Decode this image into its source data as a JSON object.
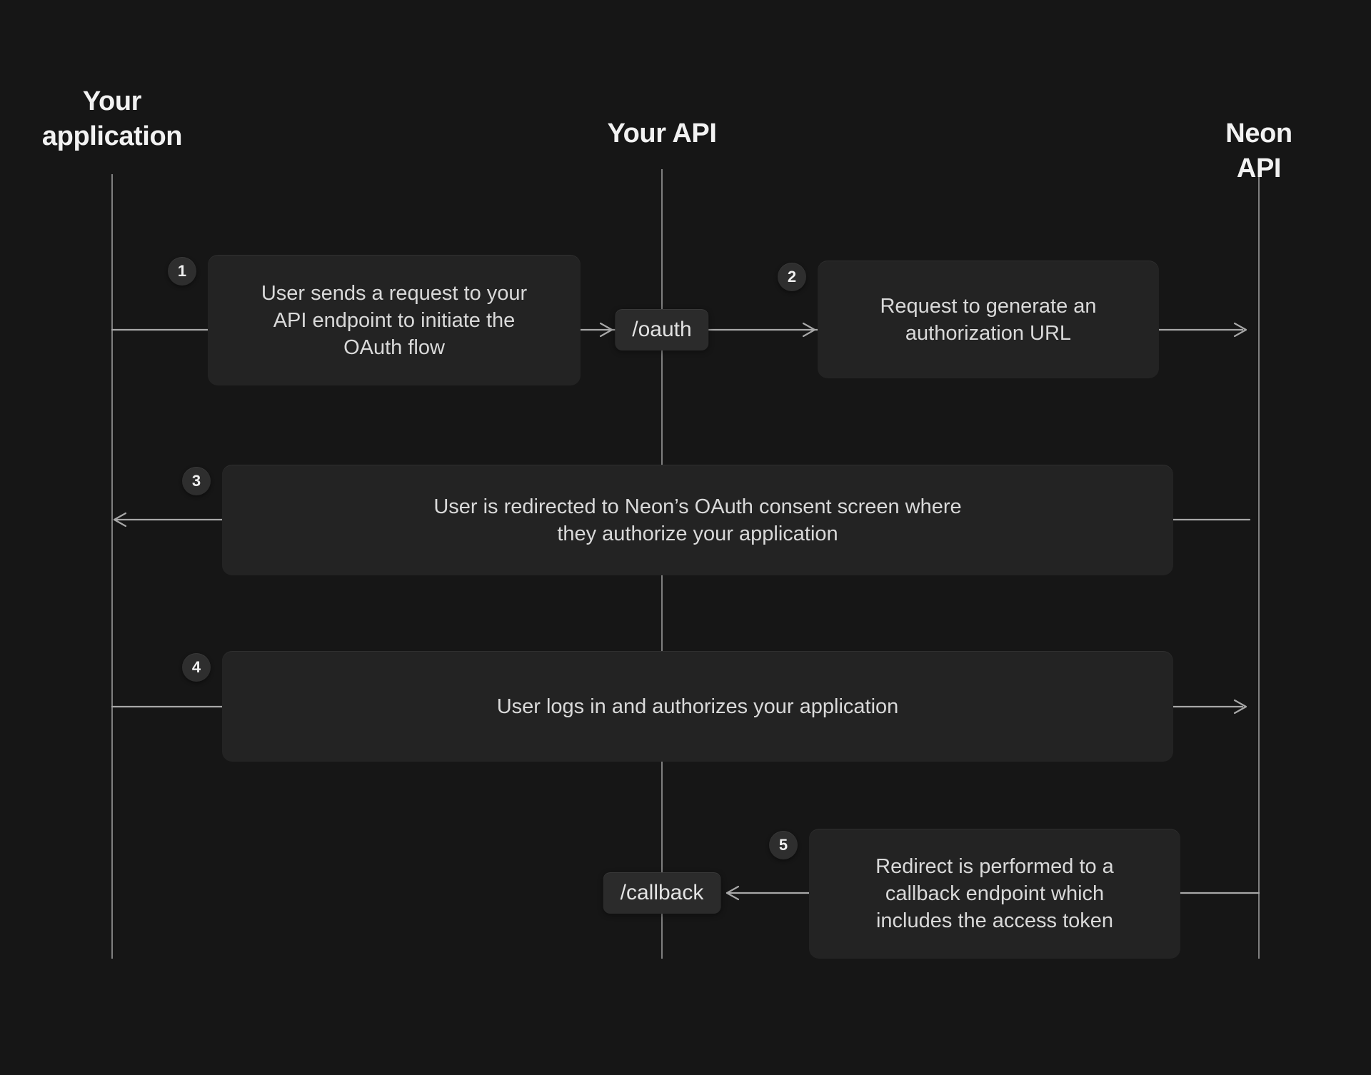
{
  "lanes": [
    {
      "label": "Your\napplication"
    },
    {
      "label": "Your API"
    },
    {
      "label": "Neon API"
    }
  ],
  "endpoints": {
    "oauth": "/oauth",
    "callback": "/callback"
  },
  "steps": [
    {
      "number": "1",
      "text": "User sends a request to your\nAPI endpoint to initiate the\nOAuth flow"
    },
    {
      "number": "2",
      "text": "Request to generate an\nauthorization URL"
    },
    {
      "number": "3",
      "text": "User is redirected to Neon’s OAuth consent screen where\nthey authorize your application"
    },
    {
      "number": "4",
      "text": "User logs in and authorizes your application"
    },
    {
      "number": "5",
      "text": "Redirect is performed to a\ncallback endpoint which\nincludes the access token"
    }
  ],
  "colors": {
    "background": "#161616",
    "box": "#232323",
    "pill": "#2b2b2b",
    "badge": "#2e2e2e",
    "lifeline": "#8c8c8c",
    "arrow": "#a8a8a8",
    "box_text": "#d9d9d9",
    "heading_text": "#f2f2f2"
  }
}
